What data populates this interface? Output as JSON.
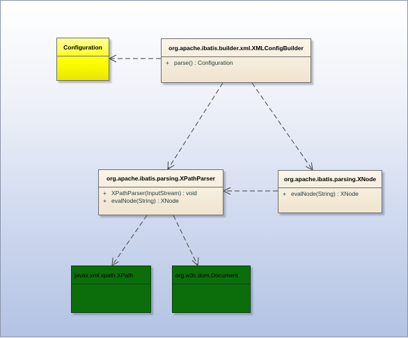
{
  "classes": {
    "configuration": {
      "name": "Configuration",
      "operations": []
    },
    "xml_config_builder": {
      "name": "org.apache.ibatis.builder.xml.XMLConfigBuilder",
      "operations": [
        {
          "visibility": "+",
          "signature": "parse() : Configuration"
        }
      ]
    },
    "xpath_parser": {
      "name": "org.apache.ibatis.parsing.XPathParser",
      "operations": [
        {
          "visibility": "+",
          "signature": "XPathParser(InputStream) : void"
        },
        {
          "visibility": "+",
          "signature": "evalNode(String) : XNode"
        }
      ]
    },
    "xnode": {
      "name": "org.apache.ibatis.parsing.XNode",
      "operations": [
        {
          "visibility": "+",
          "signature": "evalNode(String) : XNode"
        }
      ]
    },
    "xpath": {
      "name": "javax.xml.xpath.XPath",
      "operations": []
    },
    "document": {
      "name": "org.w3c.dom.Document",
      "operations": []
    }
  },
  "colors": {
    "class_fill": "#efe4cf",
    "highlight_fill": "#ffff00",
    "external_fill": "#0b6e0b",
    "edge": "#404040"
  }
}
